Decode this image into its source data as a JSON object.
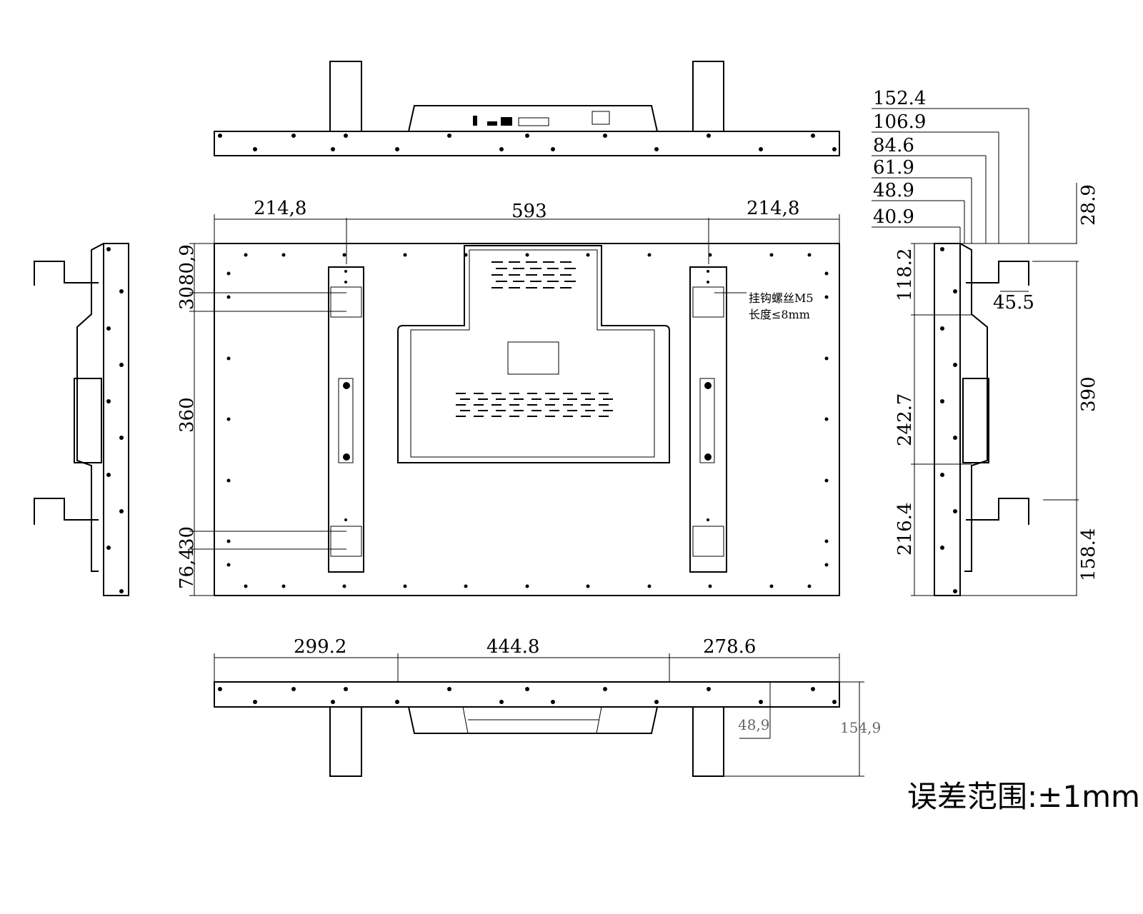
{
  "top_dims": [
    "214,8",
    "593",
    "214,8"
  ],
  "left_dims": [
    "80,9",
    "30",
    "360",
    "30",
    "76,4"
  ],
  "bottom_dims": [
    "299.2",
    "444.8",
    "278.6"
  ],
  "bottom_small_dims": [
    "48,9",
    "154,9"
  ],
  "right_dims_horizontal": [
    "152.4",
    "106.9",
    "84.6",
    "61.9",
    "48.9",
    "40.9"
  ],
  "right_dims_other": {
    "d1": "28.9",
    "d2": "45.5",
    "d3": "118.2",
    "d4": "242.7",
    "d5": "216.4",
    "d6": "390",
    "d7": "158.4"
  },
  "note": {
    "line1": "挂钩螺丝M5",
    "line2": "长度≤8mm"
  },
  "tolerance": "误差范围:±1mm"
}
